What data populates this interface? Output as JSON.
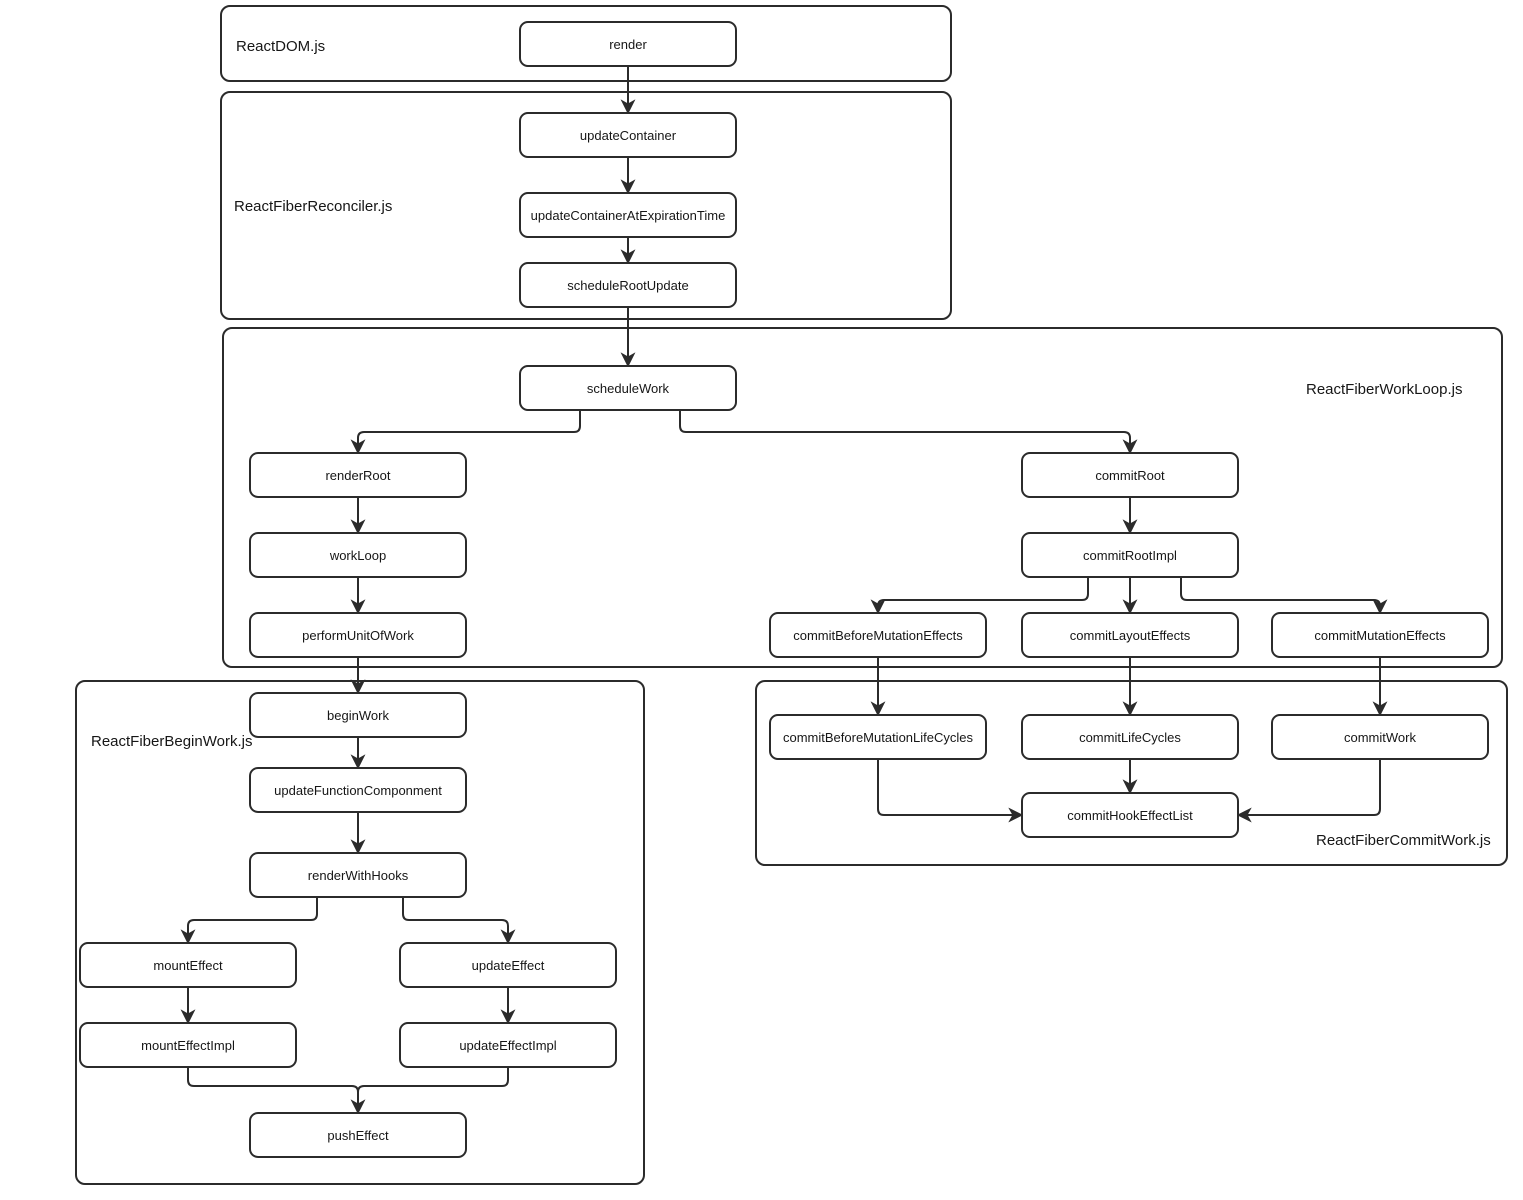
{
  "diagram": {
    "containers": {
      "reactdom": {
        "label": "ReactDOM.js"
      },
      "reconciler": {
        "label": "ReactFiberReconciler.js"
      },
      "workloop": {
        "label": "ReactFiberWorkLoop.js"
      },
      "beginwork": {
        "label": "ReactFiberBeginWork.js"
      },
      "commitwork": {
        "label": "ReactFiberCommitWork.js"
      }
    },
    "nodes": {
      "render": "render",
      "updateContainer": "updateContainer",
      "updateContainerAtExpirationTime": "updateContainerAtExpirationTime",
      "scheduleRootUpdate": "scheduleRootUpdate",
      "scheduleWork": "scheduleWork",
      "renderRoot": "renderRoot",
      "workLoop": "workLoop",
      "performUnitOfWork": "performUnitOfWork",
      "commitRoot": "commitRoot",
      "commitRootImpl": "commitRootImpl",
      "commitBeforeMutationEffects": "commitBeforeMutationEffects",
      "commitLayoutEffects": "commitLayoutEffects",
      "commitMutationEffects": "commitMutationEffects",
      "beginWork": "beginWork",
      "updateFunctionComponment": "updateFunctionComponment",
      "renderWithHooks": "renderWithHooks",
      "mountEffect": "mountEffect",
      "updateEffect": "updateEffect",
      "mountEffectImpl": "mountEffectImpl",
      "updateEffectImpl": "updateEffectImpl",
      "pushEffect": "pushEffect",
      "commitBeforeMutationLifeCycles": "commitBeforeMutationLifeCycles",
      "commitLifeCycles": "commitLifeCycles",
      "commitWork": "commitWork",
      "commitHookEffectList": "commitHookEffectList"
    },
    "edges": [
      {
        "from": "render",
        "to": "updateContainer"
      },
      {
        "from": "updateContainer",
        "to": "updateContainerAtExpirationTime"
      },
      {
        "from": "updateContainerAtExpirationTime",
        "to": "scheduleRootUpdate"
      },
      {
        "from": "scheduleRootUpdate",
        "to": "scheduleWork"
      },
      {
        "from": "scheduleWork",
        "to": "renderRoot"
      },
      {
        "from": "scheduleWork",
        "to": "commitRoot"
      },
      {
        "from": "renderRoot",
        "to": "workLoop"
      },
      {
        "from": "workLoop",
        "to": "performUnitOfWork"
      },
      {
        "from": "performUnitOfWork",
        "to": "beginWork"
      },
      {
        "from": "beginWork",
        "to": "updateFunctionComponment"
      },
      {
        "from": "updateFunctionComponment",
        "to": "renderWithHooks"
      },
      {
        "from": "renderWithHooks",
        "to": "mountEffect"
      },
      {
        "from": "renderWithHooks",
        "to": "updateEffect"
      },
      {
        "from": "mountEffect",
        "to": "mountEffectImpl"
      },
      {
        "from": "updateEffect",
        "to": "updateEffectImpl"
      },
      {
        "from": "mountEffectImpl",
        "to": "pushEffect"
      },
      {
        "from": "updateEffectImpl",
        "to": "pushEffect"
      },
      {
        "from": "commitRoot",
        "to": "commitRootImpl"
      },
      {
        "from": "commitRootImpl",
        "to": "commitBeforeMutationEffects"
      },
      {
        "from": "commitRootImpl",
        "to": "commitLayoutEffects"
      },
      {
        "from": "commitRootImpl",
        "to": "commitMutationEffects"
      },
      {
        "from": "commitBeforeMutationEffects",
        "to": "commitBeforeMutationLifeCycles"
      },
      {
        "from": "commitLayoutEffects",
        "to": "commitLifeCycles"
      },
      {
        "from": "commitMutationEffects",
        "to": "commitWork"
      },
      {
        "from": "commitBeforeMutationLifeCycles",
        "to": "commitHookEffectList"
      },
      {
        "from": "commitLifeCycles",
        "to": "commitHookEffectList"
      },
      {
        "from": "commitWork",
        "to": "commitHookEffectList"
      }
    ],
    "colors": {
      "stroke": "#2b2b2b",
      "background": "#ffffff",
      "node_fill": "#ffffff"
    }
  }
}
